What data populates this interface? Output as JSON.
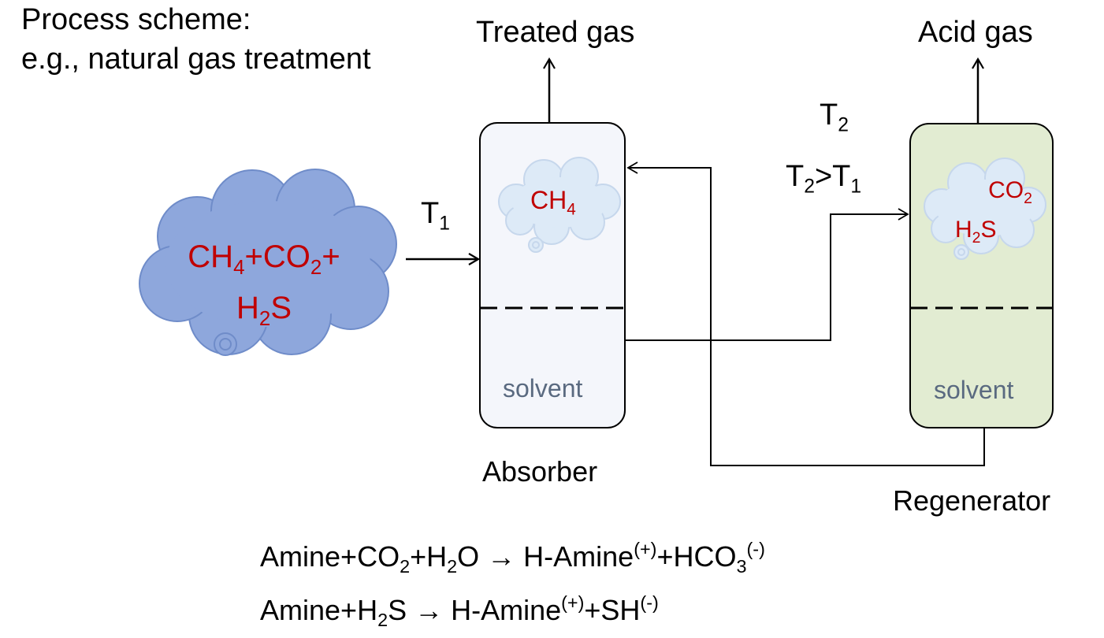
{
  "title": {
    "line1": "Process scheme:",
    "line2": "e.g., natural gas treatment"
  },
  "feed_cloud": {
    "row1": {
      "p1": "CH",
      "s1": "4",
      "p2": "+CO",
      "s2": "2",
      "p3": "+"
    },
    "row2": {
      "p1": "H",
      "s1": "2",
      "p2": "S"
    }
  },
  "t1_label": {
    "main": "T",
    "sub": "1"
  },
  "absorber": {
    "name": "Absorber",
    "cloud": {
      "main": "CH",
      "sub": "4"
    },
    "solvent": "solvent",
    "outlet_label": "Treated gas",
    "fill_color": "#f4f6fb"
  },
  "t2_label": {
    "main": "T",
    "sub": "2"
  },
  "t2_condition": {
    "a": "T",
    "a_sub": "2",
    "op": ">T",
    "b_sub": "1"
  },
  "regenerator": {
    "name": "Regenerator",
    "cloud": {
      "l1_main": "CO",
      "l1_sub": "2",
      "l2_main": "H",
      "l2_sub": "2",
      "l2_tail": "S"
    },
    "solvent": "solvent",
    "outlet_label": "Acid gas",
    "fill_color": "#e2ecd2"
  },
  "reactions": [
    {
      "p1": "Amine+CO",
      "s1": "2",
      "p2": "+H",
      "s2": "2",
      "p3": "O → H-Amine",
      "sup1": "(+)",
      "p4": "+HCO",
      "s3": "3",
      "sup2": "(-)"
    },
    {
      "p1": "Amine+H",
      "s1": "2",
      "p2": "S → H-Amine",
      "sup1": "(+)",
      "p3": "+SH",
      "sup2": "(-)"
    }
  ],
  "colors": {
    "species_red": "#c00000",
    "feed_cloud_fill": "#8ea7dc",
    "small_cloud_fill": "#ddeaf7",
    "solvent_text": "#5a6a80"
  }
}
